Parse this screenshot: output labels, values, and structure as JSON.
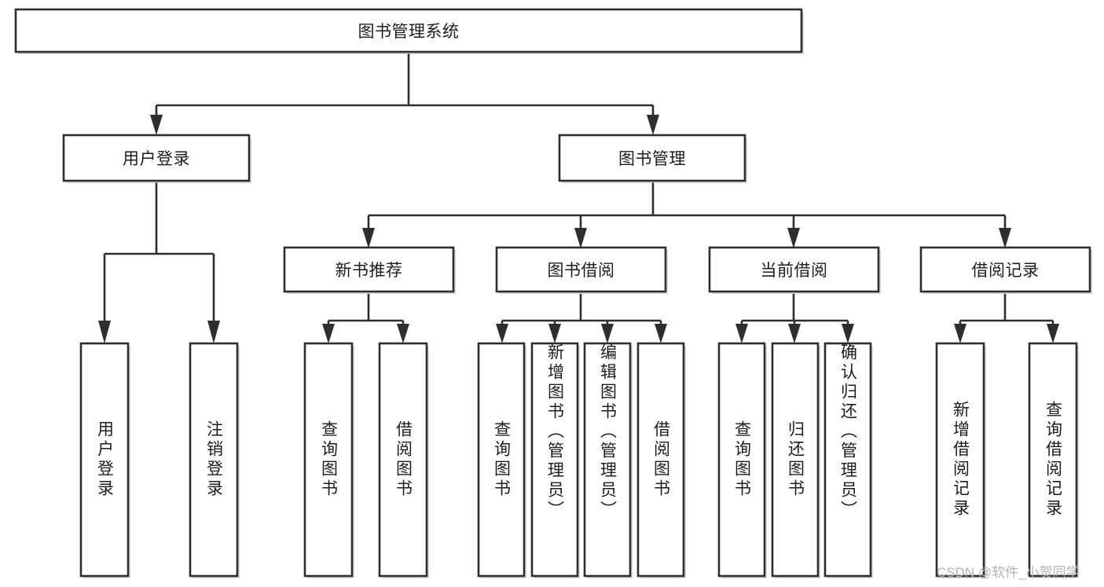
{
  "diagram": {
    "title": "图书管理系统",
    "type": "hierarchy-tree",
    "watermark": "CSDN @软件_小贺同学",
    "colors": {
      "stroke": "#2e2e2e",
      "fill": "#ffffff",
      "text": "#1d1d1d",
      "watermark": "#b3b3b3"
    },
    "levels": [
      {
        "level": 1,
        "nodes": [
          {
            "id": "root",
            "label": "图书管理系统",
            "orientation": "horizontal"
          }
        ]
      },
      {
        "level": 2,
        "nodes": [
          {
            "id": "user-login",
            "label": "用户登录",
            "orientation": "horizontal",
            "parent": "root"
          },
          {
            "id": "book-manage",
            "label": "图书管理",
            "orientation": "horizontal",
            "parent": "root"
          }
        ]
      },
      {
        "level": 3,
        "nodes": [
          {
            "id": "new-book-recommend",
            "label": "新书推荐",
            "orientation": "horizontal",
            "parent": "book-manage"
          },
          {
            "id": "book-borrow",
            "label": "图书借阅",
            "orientation": "horizontal",
            "parent": "book-manage"
          },
          {
            "id": "current-borrow",
            "label": "当前借阅",
            "orientation": "horizontal",
            "parent": "book-manage"
          },
          {
            "id": "borrow-record",
            "label": "借阅记录",
            "orientation": "horizontal",
            "parent": "book-manage"
          }
        ]
      },
      {
        "level": 4,
        "nodes": [
          {
            "id": "leaf-user-login",
            "label": "用户登录",
            "orientation": "vertical",
            "parent": "user-login"
          },
          {
            "id": "leaf-user-logout",
            "label": "注销登录",
            "orientation": "vertical",
            "parent": "user-login"
          },
          {
            "id": "leaf-query-book-1",
            "label": "查询图书",
            "orientation": "vertical",
            "parent": "new-book-recommend"
          },
          {
            "id": "leaf-borrow-book-1",
            "label": "借阅图书",
            "orientation": "vertical",
            "parent": "new-book-recommend"
          },
          {
            "id": "leaf-query-book-2",
            "label": "查询图书",
            "orientation": "vertical",
            "parent": "book-borrow"
          },
          {
            "id": "leaf-add-book",
            "label": "新增图书（管理员）",
            "orientation": "vertical",
            "parent": "book-borrow"
          },
          {
            "id": "leaf-edit-book",
            "label": "编辑图书（管理员）",
            "orientation": "vertical",
            "parent": "book-borrow"
          },
          {
            "id": "leaf-borrow-book-2",
            "label": "借阅图书",
            "orientation": "vertical",
            "parent": "book-borrow"
          },
          {
            "id": "leaf-query-book-3",
            "label": "查询图书",
            "orientation": "vertical",
            "parent": "current-borrow"
          },
          {
            "id": "leaf-return-book",
            "label": "归还图书",
            "orientation": "vertical",
            "parent": "current-borrow"
          },
          {
            "id": "leaf-confirm-return",
            "label": "确认归还（管理员）",
            "orientation": "vertical",
            "parent": "current-borrow"
          },
          {
            "id": "leaf-add-record",
            "label": "新增借阅记录",
            "orientation": "vertical",
            "parent": "borrow-record"
          },
          {
            "id": "leaf-query-record",
            "label": "查询借阅记录",
            "orientation": "vertical",
            "parent": "borrow-record"
          }
        ]
      }
    ]
  }
}
